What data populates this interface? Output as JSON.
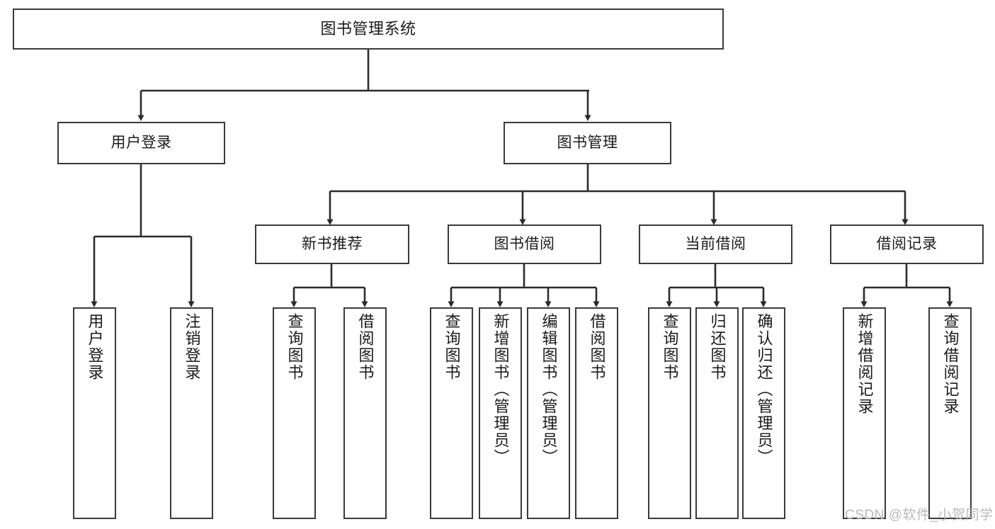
{
  "diagram": {
    "title": "图书管理系统",
    "type": "hierarchy-tree",
    "style": {
      "box_border": "#3a3a3a",
      "box_fill": "#ffffff",
      "line": "#2b2b2b",
      "text": "#1b1b1b",
      "background": "#ffffff"
    },
    "levels": {
      "root": {
        "label": "图书管理系统"
      },
      "level1": [
        {
          "id": "user-login",
          "label": "用户登录"
        },
        {
          "id": "book-management",
          "label": "图书管理"
        }
      ],
      "level2": [
        {
          "id": "new-book-recommend",
          "label": "新书推荐",
          "parent": "book-management"
        },
        {
          "id": "book-borrow",
          "label": "图书借阅",
          "parent": "book-management"
        },
        {
          "id": "current-borrow",
          "label": "当前借阅",
          "parent": "book-management"
        },
        {
          "id": "borrow-record",
          "label": "借阅记录",
          "parent": "book-management"
        }
      ],
      "leaves": [
        {
          "id": "leaf-user-login",
          "label": "用户登录",
          "parent": "user-login"
        },
        {
          "id": "leaf-logout-login",
          "label": "注销登录",
          "parent": "user-login"
        },
        {
          "id": "leaf-query-book-1",
          "label": "查询图书",
          "parent": "new-book-recommend"
        },
        {
          "id": "leaf-borrow-book-1",
          "label": "借阅图书",
          "parent": "new-book-recommend"
        },
        {
          "id": "leaf-query-book-2",
          "label": "查询图书",
          "parent": "book-borrow"
        },
        {
          "id": "leaf-add-book",
          "label": "新增图书（管理员）",
          "parent": "book-borrow"
        },
        {
          "id": "leaf-edit-book",
          "label": "编辑图书（管理员）",
          "parent": "book-borrow"
        },
        {
          "id": "leaf-borrow-book-2",
          "label": "借阅图书",
          "parent": "book-borrow"
        },
        {
          "id": "leaf-query-book-3",
          "label": "查询图书",
          "parent": "current-borrow"
        },
        {
          "id": "leaf-return-book",
          "label": "归还图书",
          "parent": "current-borrow"
        },
        {
          "id": "leaf-confirm-return",
          "label": "确认归还（管理员）",
          "parent": "current-borrow"
        },
        {
          "id": "leaf-add-record",
          "label": "新增借阅记录",
          "parent": "borrow-record"
        },
        {
          "id": "leaf-query-record",
          "label": "查询借阅记录",
          "parent": "borrow-record"
        }
      ]
    }
  },
  "watermark": {
    "text": "CSDN @软件_小贺同学"
  }
}
